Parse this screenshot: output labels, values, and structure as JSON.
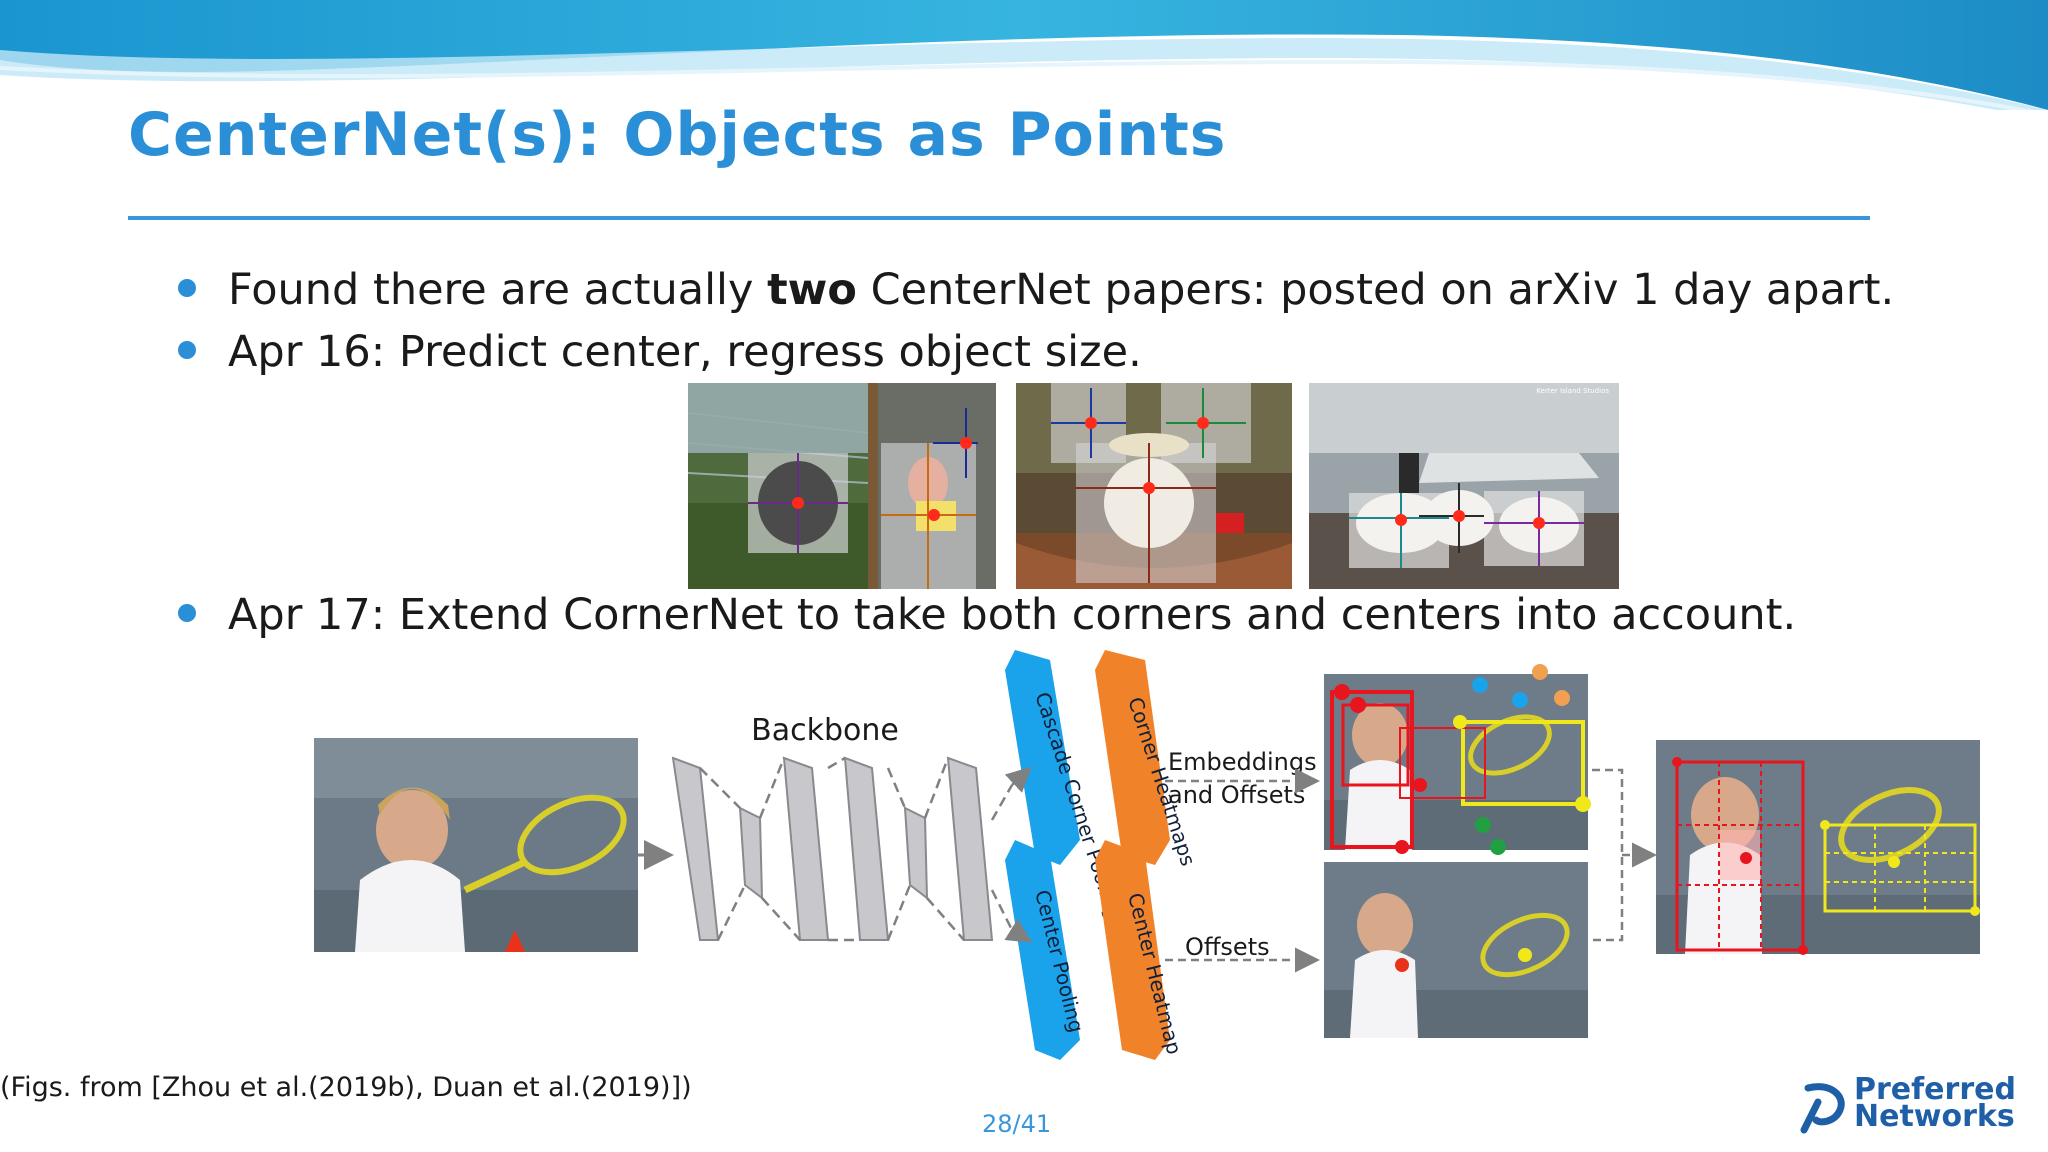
{
  "slide": {
    "title": "CenterNet(s): Objects as Points",
    "bullets": [
      {
        "before": "Found there are actually ",
        "bold": "two",
        "after": " CenterNet papers: posted on arXiv 1 day apart."
      },
      {
        "before": "Apr 16: Predict center, regress object size.",
        "bold": "",
        "after": ""
      },
      {
        "before": "Apr 17: Extend CornerNet to take both corners and centers into account.",
        "bold": "",
        "after": ""
      }
    ],
    "caption": "(Figs. from [Zhou et al.(2019b), Duan et al.(2019)])",
    "page": "28/41",
    "logo": {
      "line1": "Preferred",
      "line2": "Networks"
    }
  },
  "photos": {
    "watermark": "Kerter Island Studios"
  },
  "diagram": {
    "backbone_label": "Backbone",
    "cascade_corner_pooling": "Cascade Corner Pooling",
    "corner_heatmaps": "Corner Heatmaps",
    "center_pooling": "Center Pooling",
    "center_heatmap": "Center Heatmap",
    "embeddings_line1": "Embeddings",
    "embeddings_line2": "and Offsets",
    "offsets": "Offsets"
  },
  "colors": {
    "accent": "#2a8fd6",
    "blue_module": "#1aa3ea",
    "orange_module": "#f0822a",
    "center_red": "#ff2a1a",
    "box_red": "#e8141e",
    "box_yellow": "#f0e81a"
  }
}
